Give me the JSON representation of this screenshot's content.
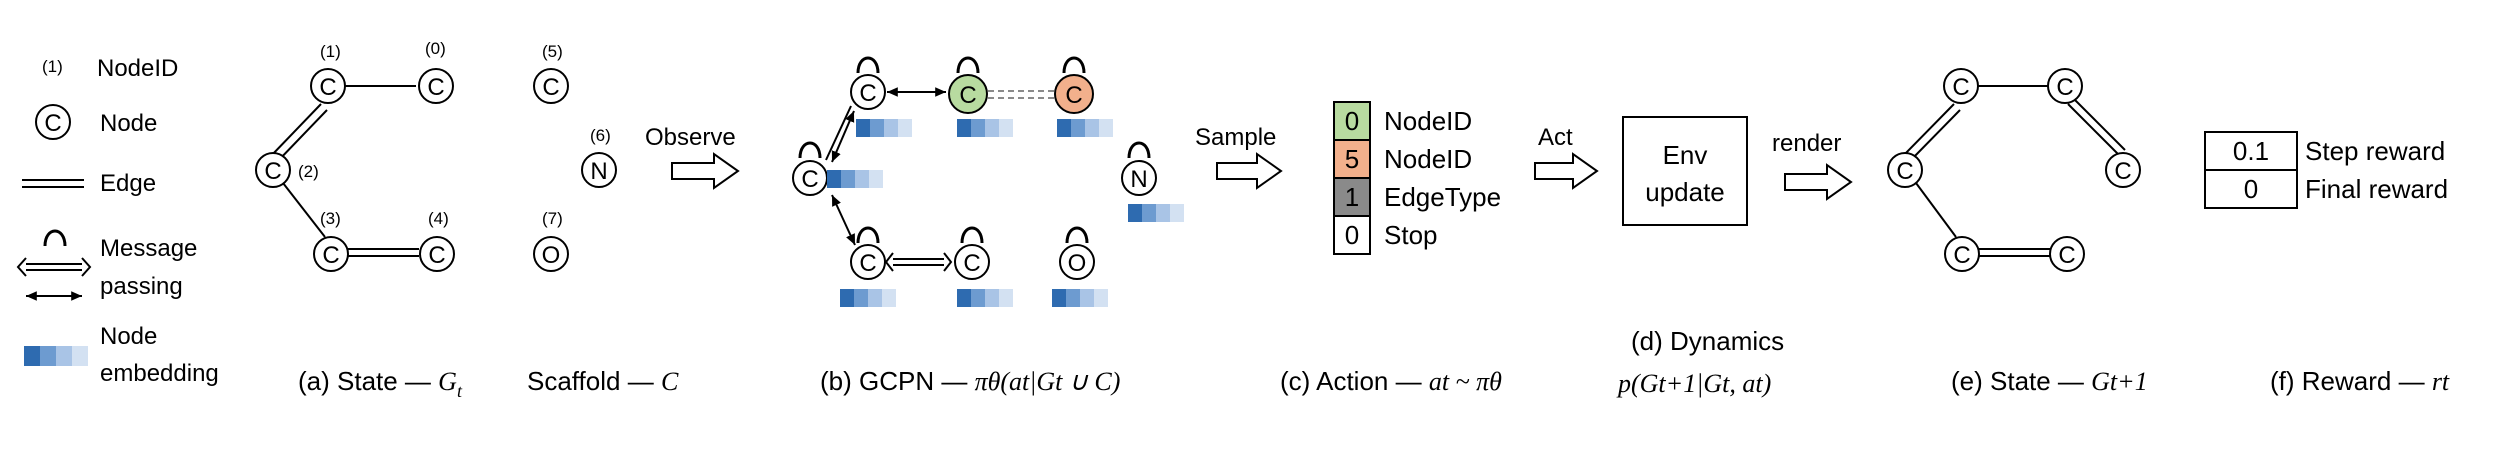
{
  "legend": {
    "nodeid_marker": "(1)",
    "nodeid": "NodeID",
    "node_letter": "C",
    "node": "Node",
    "edge": "Edge",
    "message_passing": [
      "Message",
      "passing"
    ],
    "node_embedding": [
      "Node",
      "embedding"
    ]
  },
  "state_graph": {
    "node_letter_c": "C",
    "node_letter_n": "N",
    "node_letter_o": "O",
    "ids": [
      "(1)",
      "(0)",
      "(2)",
      "(3)",
      "(4)",
      "(5)",
      "(6)",
      "(7)"
    ]
  },
  "arrows": {
    "observe": "Observe",
    "sample": "Sample",
    "act": "Act",
    "render": "render"
  },
  "action": {
    "rows": [
      {
        "value": "0",
        "label": "NodeID",
        "color": "#b8dba0"
      },
      {
        "value": "5",
        "label": "NodeID",
        "color": "#f2b08c"
      },
      {
        "value": "1",
        "label": "EdgeType",
        "color": "#8a8a8a"
      },
      {
        "value": "0",
        "label": "Stop",
        "color": "#ffffff"
      }
    ]
  },
  "env_box": [
    "Env",
    "update"
  ],
  "reward": {
    "step_value": "0.1",
    "step_label": "Step reward",
    "final_value": "0",
    "final_label": "Final reward"
  },
  "captions": {
    "a_state": "(a) State — ",
    "a_state_var": "G",
    "a_state_sub": "t",
    "a_scaffold": "Scaffold — ",
    "a_scaffold_var": "C",
    "b_gcpn": "(b) GCPN — ",
    "b_formula": "πθ(at|Gt ∪ C)",
    "c_action": "(c) Action — ",
    "c_formula": "at ~ πθ",
    "d_title": "(d) Dynamics",
    "d_formula": "p(Gt+1|Gt, at)",
    "e_state": "(e) State — ",
    "e_formula": "Gt+1",
    "f_reward": "(f) Reward — ",
    "f_formula": "rt"
  },
  "colors": {
    "green_node": "#b8dba0",
    "orange_node": "#f2b08c",
    "embed_1": "#2e6bb0",
    "embed_2": "#6d9bd0",
    "embed_3": "#a9c4e6",
    "embed_4": "#d3e1f2"
  }
}
